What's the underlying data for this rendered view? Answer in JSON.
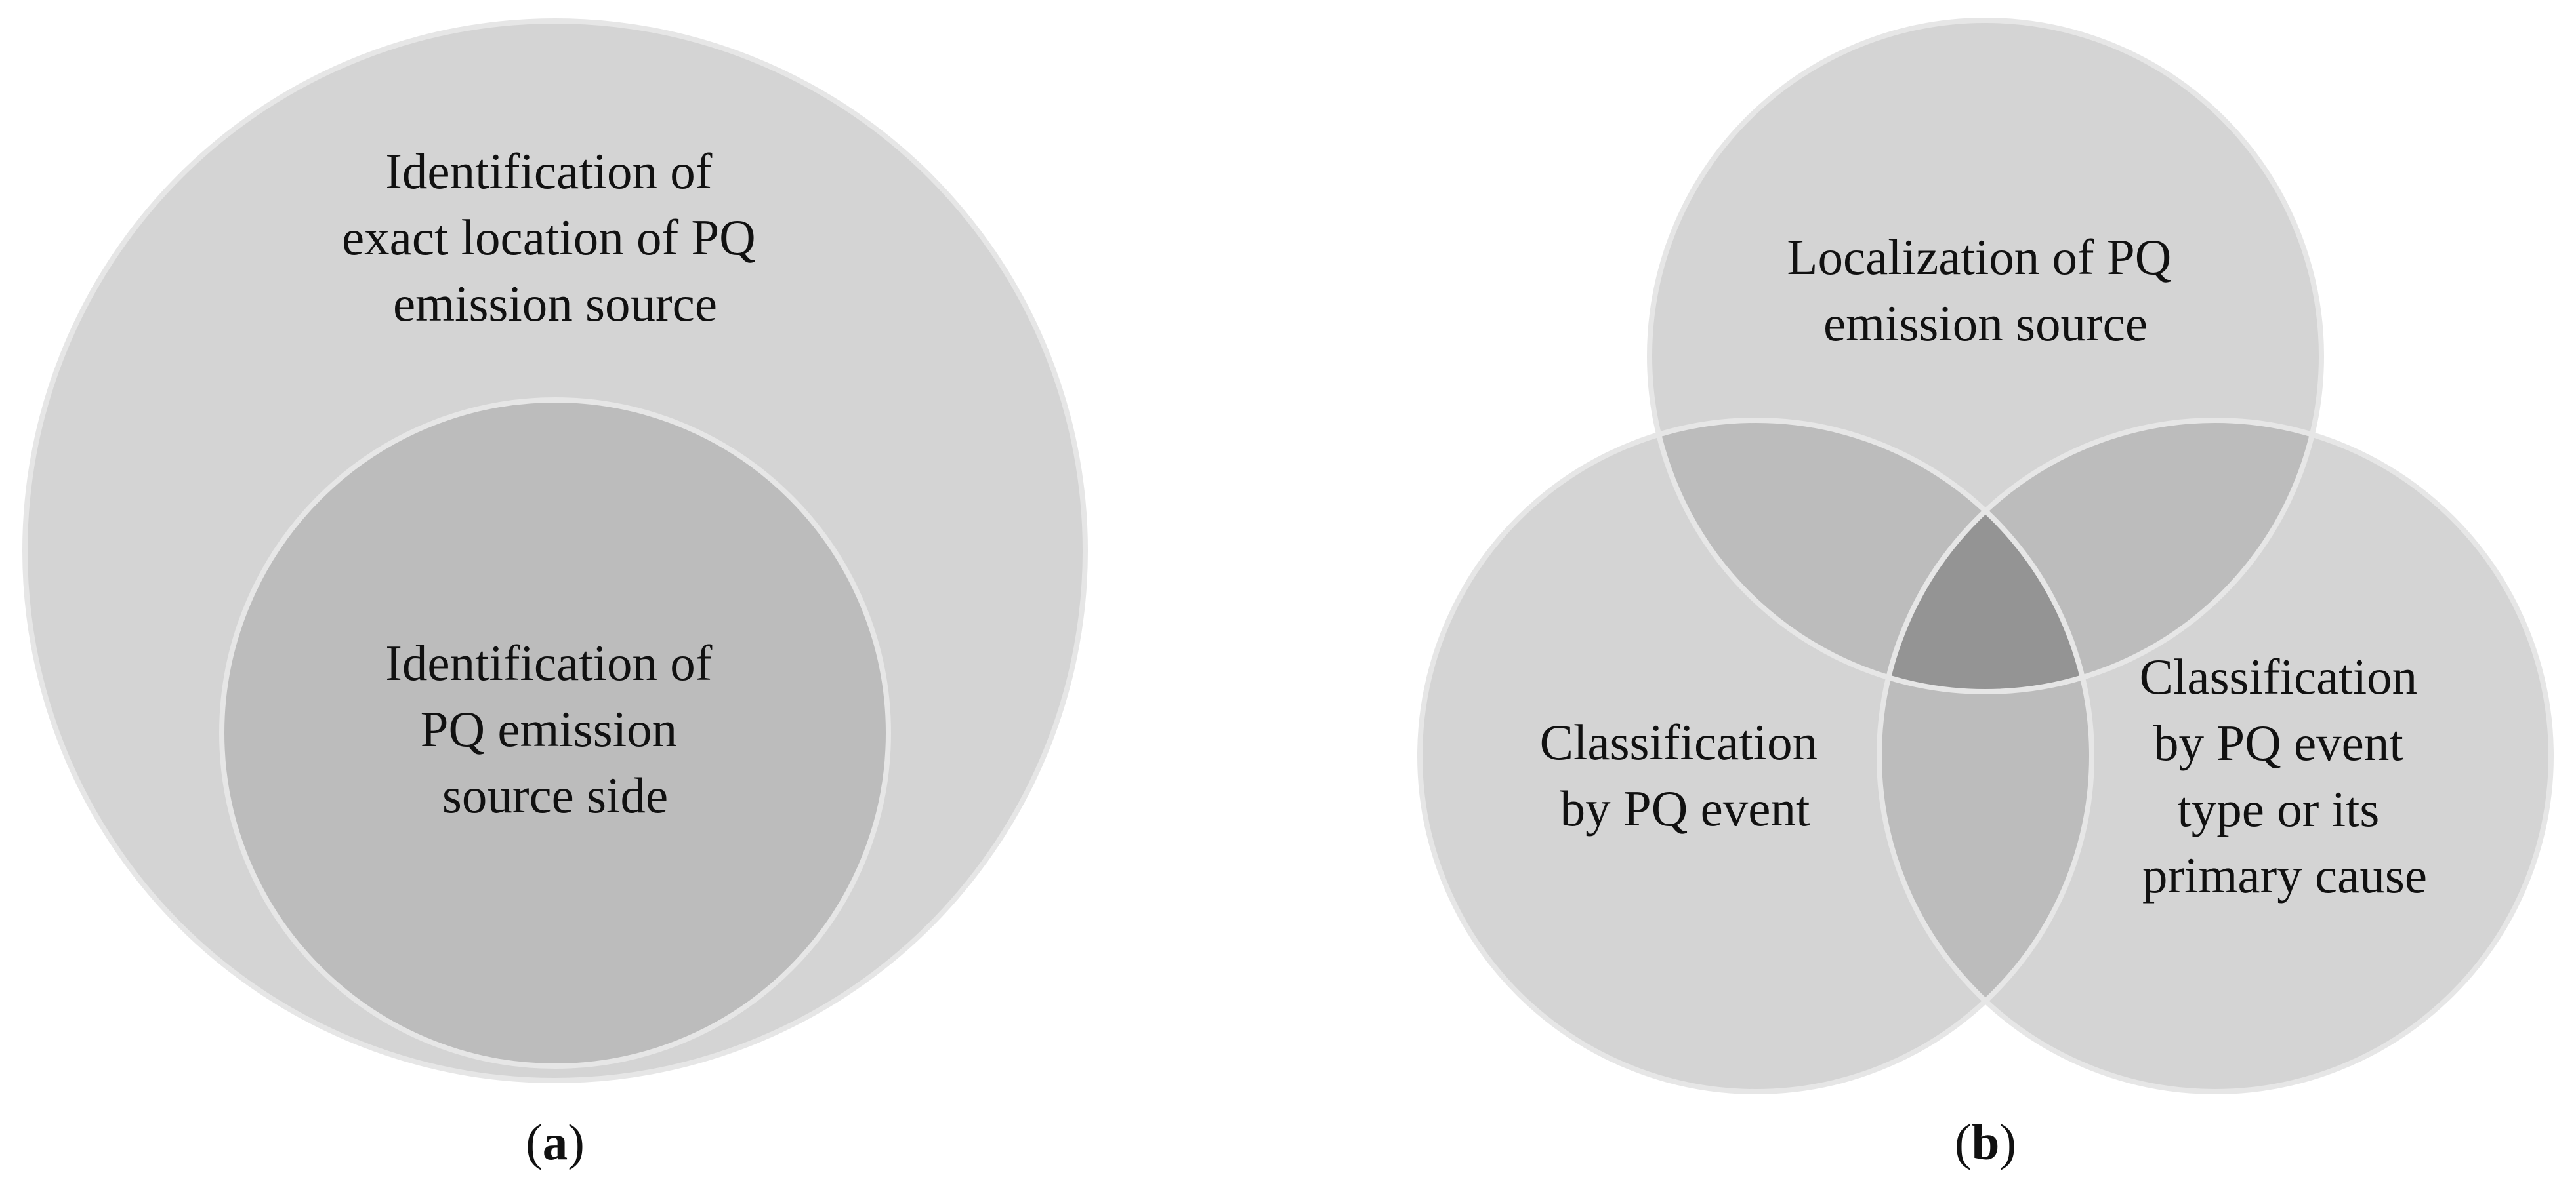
{
  "panel_a": {
    "outer_label": [
      "Identification of",
      "exact location of PQ",
      "emission source"
    ],
    "inner_label": [
      "Identification of",
      "PQ emission",
      "source side"
    ],
    "caption": {
      "open": "(",
      "letter": "a",
      "close": ")"
    }
  },
  "panel_b": {
    "top_label": [
      "Localization of PQ",
      "emission source"
    ],
    "left_label": [
      "Classification",
      "by PQ event"
    ],
    "right_label": [
      "Classification",
      "by PQ event",
      "type or its",
      "primary cause"
    ],
    "caption": {
      "open": "(",
      "letter": "b",
      "close": ")"
    }
  },
  "colors": {
    "outer_fill": "#d4d4d4",
    "inner_fill": "#bcbcbc",
    "venn_fill": "#d4d4d4",
    "overlap_tint": "#bdbdbd",
    "outline": "#e6e6e6"
  }
}
